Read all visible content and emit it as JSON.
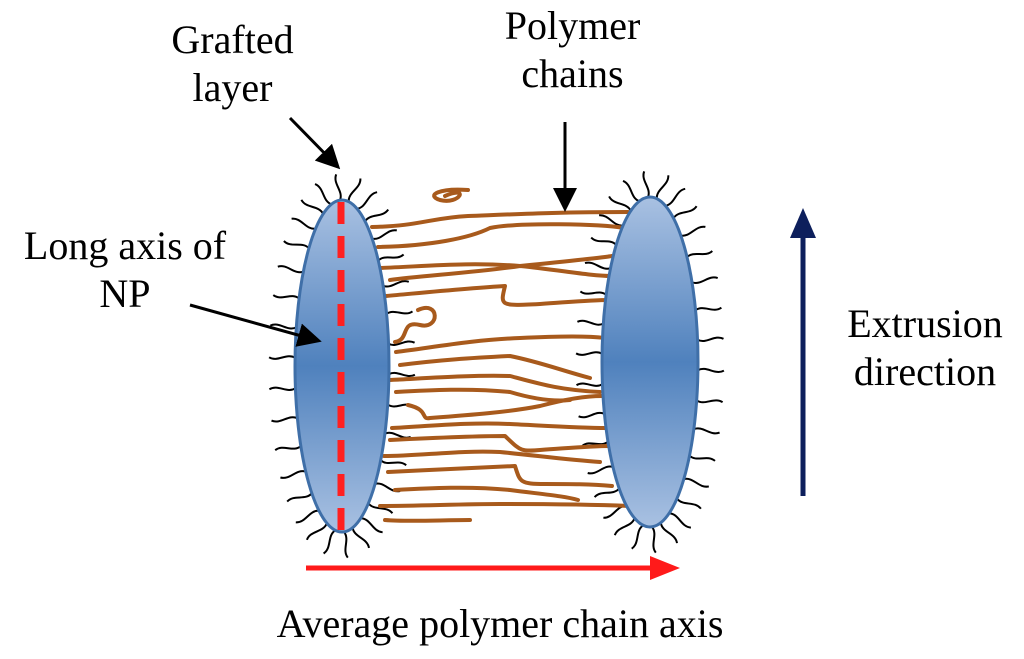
{
  "labels": {
    "grafted_layer": [
      "Grafted",
      "layer"
    ],
    "polymer_chains": [
      "Polymer",
      "chains"
    ],
    "long_axis": [
      "Long axis of",
      "NP"
    ],
    "extrusion": [
      "Extrusion",
      "direction"
    ],
    "average_axis": "Average polymer chain axis"
  },
  "colors": {
    "nanoparticle_fill": "#4f81bd",
    "nanoparticle_edge": "#3f6fa8",
    "long_axis_line": "#ff2020",
    "polymer_chain": "#a85a1c",
    "grafted_chain": "#000000",
    "extrusion_arrow": "#0d1f5c",
    "average_axis_arrow": "#ff1a1a"
  }
}
